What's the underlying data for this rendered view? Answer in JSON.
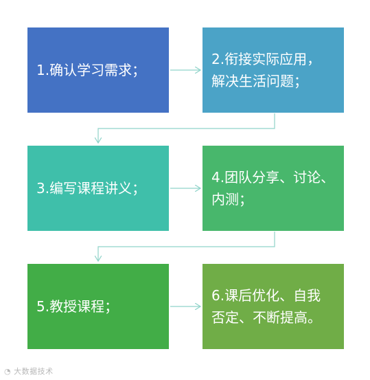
{
  "steps": [
    {
      "lines": [
        "1.确认学习需求；"
      ],
      "color": "#4472c4"
    },
    {
      "lines": [
        "2.衔接实际应用，",
        "解决生活问题；"
      ],
      "color": "#4ba3c7"
    },
    {
      "lines": [
        "3.编写课程讲义；"
      ],
      "color": "#3fbfaa"
    },
    {
      "lines": [
        "4.团队分享、讨论、",
        "内测；"
      ],
      "color": "#48b76c"
    },
    {
      "lines": [
        "5.教授课程；"
      ],
      "color": "#42ad47"
    },
    {
      "lines": [
        "6.课后优化、自我",
        "否定、不断提高。"
      ],
      "color": "#70ad47"
    }
  ],
  "connector_color": "#8fd3c9",
  "watermark": "大数据技术"
}
